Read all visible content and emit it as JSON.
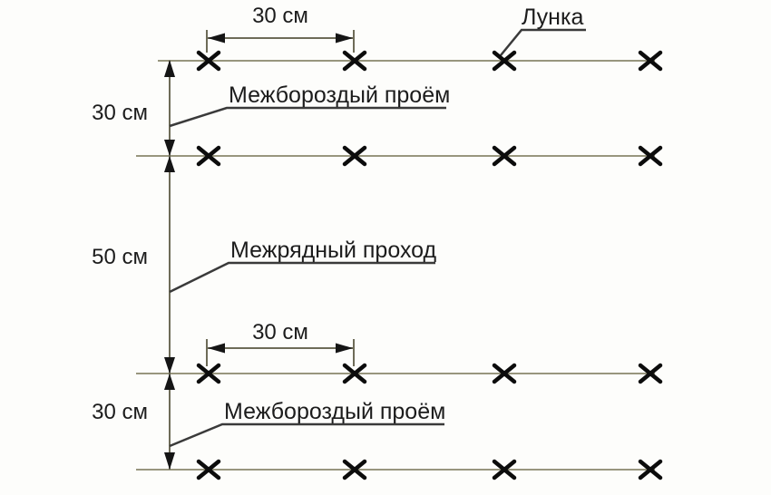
{
  "diagram": {
    "type": "planting-scheme",
    "description": "Схема посадки: четыре ряда лунок (X), размеры между рядами и лунками",
    "rows": 4,
    "holes_per_row": 4,
    "hole_marker": "X",
    "labels": {
      "hole": "Лунка",
      "interfurrow_gap_top": "Межбороздый проём",
      "interrow_passage": "Межрядный проход",
      "interfurrow_gap_bottom": "Межбороздый проём"
    },
    "dimensions": {
      "hole_spacing_top": "30 см",
      "interfurrow_gap_top": "30 см",
      "interrow_passage": "50 см",
      "hole_spacing_mid": "30 см",
      "interfurrow_gap_bottom": "30 см"
    },
    "colors": {
      "background": "#fdfdfb",
      "row_line": "#98967e",
      "dimension_line": "#6e6c58",
      "leader_line": "#3a3a3a",
      "marker": "#0c0c0c",
      "text": "#1c1c1c"
    }
  }
}
